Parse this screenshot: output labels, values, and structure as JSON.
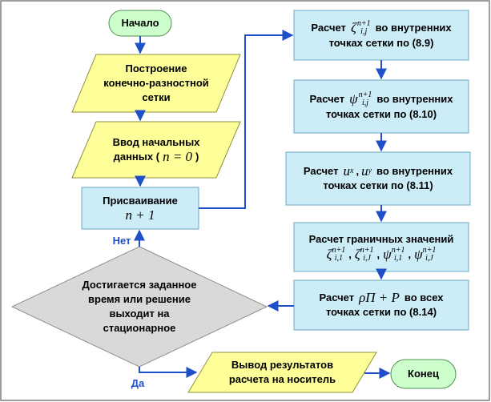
{
  "nodes": {
    "start": "Начало",
    "build": [
      "Построение",
      "конечно-разностной",
      "сетки"
    ],
    "input": {
      "line1": "Ввод начальных",
      "line2_prefix": "данных (",
      "math": "n = 0",
      "line2_suffix": ")"
    },
    "assign": {
      "line1": "Присваивание",
      "math": "n + 1"
    },
    "decision": [
      "Достигается заданное",
      "время или решение",
      "выходит на",
      "стационарное"
    ],
    "output": [
      "Вывод результатов",
      "расчета на носитель"
    ],
    "end": "Конец",
    "calc_zeta": {
      "prefix": "Расчет",
      "sym": "ζ",
      "sup": "n+1",
      "sub": "i,j",
      "suffix": "во внутренних",
      "line2": "точках сетки по (8.9)"
    },
    "calc_psi": {
      "prefix": "Расчет",
      "sym": "ψ",
      "sup": "n+1",
      "sub": "i,j",
      "suffix": "во внутренних",
      "line2": "точках сетки по (8.10)"
    },
    "calc_u": {
      "prefix": "Расчет",
      "sym1": "u",
      "sub1": "x",
      "sep": ",",
      "sym2": "u",
      "sub2": "y",
      "suffix": "во внутренних",
      "line2": "точках сетки по (8.11)"
    },
    "calc_bound": {
      "line1": "Расчет граничных значений",
      "t1": "ζ",
      "s1": "i,1",
      "t2": "ζ",
      "s2": "i,J",
      "t3": "ψ",
      "s3": "i,1",
      "t4": "ψ",
      "s4": "i,J",
      "sup": "n+1"
    },
    "calc_p": {
      "prefix": "Расчет",
      "math": "ρΠ + P",
      "suffix": "во всех",
      "line2": "точках сетки по (8.14)"
    }
  },
  "labels": {
    "no": "Нет",
    "yes": "Да"
  },
  "colors": {
    "border": "#7f7f7f",
    "terminal_fill": "#ccffcc",
    "terminal_stroke": "#4f8f4f",
    "io_fill": "#ffff99",
    "process_fill": "#ccecf8",
    "process_stroke": "#6aa8c4",
    "decision_fill": "#d9d9d9",
    "arrow": "#1f4fc9"
  }
}
